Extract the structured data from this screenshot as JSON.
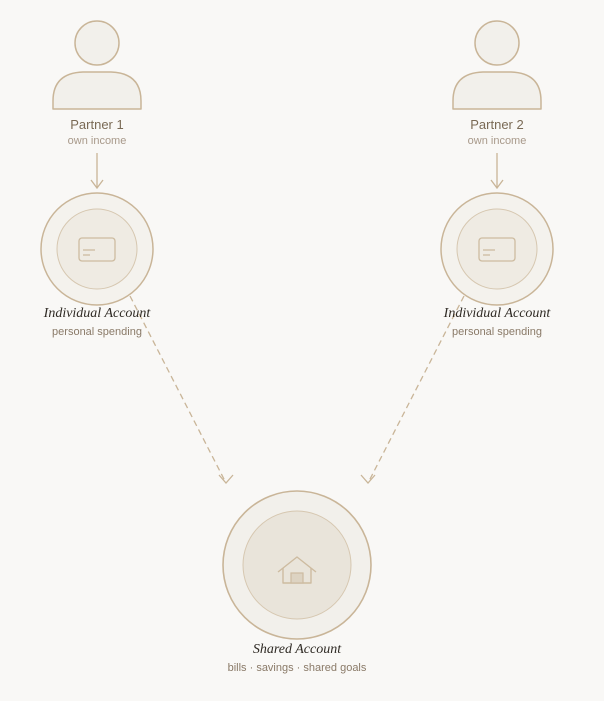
{
  "partners": [
    {
      "name": "Partner 1",
      "subtitle": "own income"
    },
    {
      "name": "Partner 2",
      "subtitle": "own income"
    }
  ],
  "individual_accounts": [
    {
      "name": "Individual Account",
      "subtitle": "personal spending"
    },
    {
      "name": "Individual Account",
      "subtitle": "personal spending"
    }
  ],
  "shared_account": {
    "name": "Shared Account",
    "subtitle": "bills · savings · shared goals"
  },
  "colors": {
    "background": "#f9f8f6",
    "stroke": "#c9b598",
    "node_fill": "#f2f0eb",
    "inner_fill": "#efebe3",
    "shared_inner_fill": "#e9e4da",
    "icon_stroke": "#cdbba0"
  },
  "icons": {
    "partner": "person-icon",
    "individual_account": "credit-card-icon",
    "shared_account": "house-icon"
  }
}
